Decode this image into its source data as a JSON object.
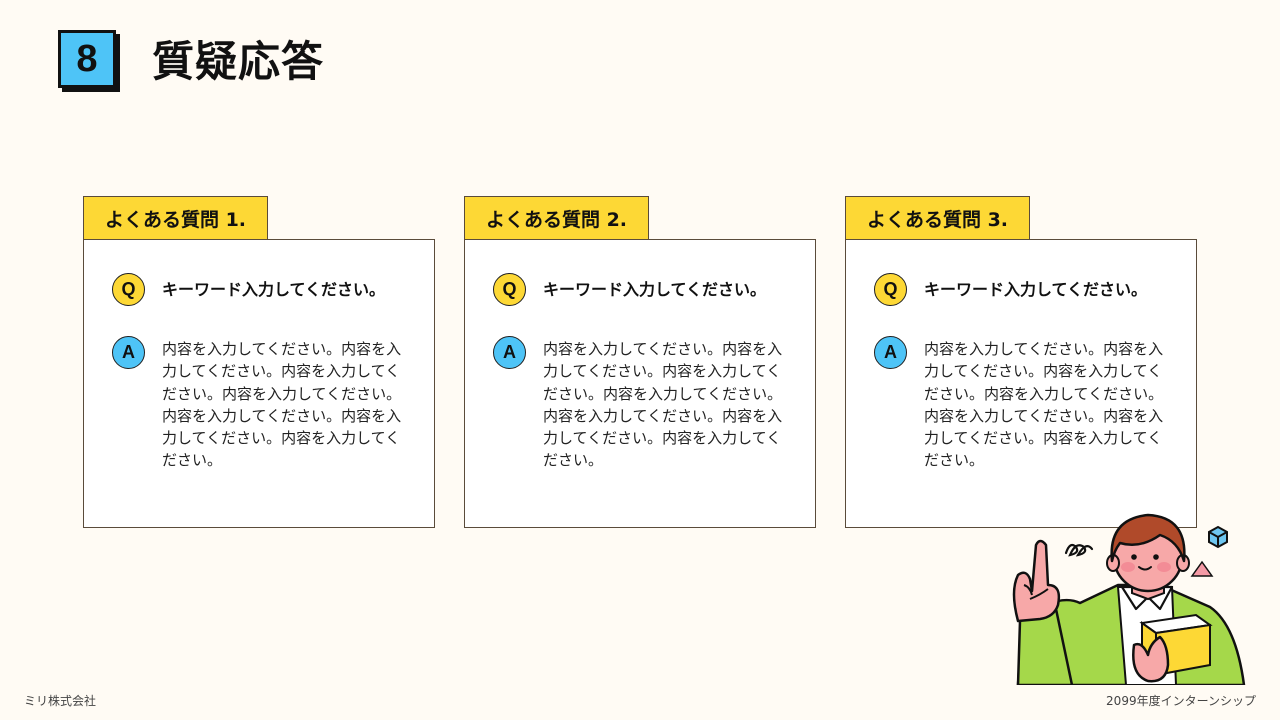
{
  "header": {
    "section_number": "8",
    "title": "質疑応答"
  },
  "faqs": [
    {
      "tab_label": "よくある質問 1.",
      "q_icon": "Q",
      "question": "キーワード入力してください。",
      "a_icon": "A",
      "answer": "内容を入力してください。内容を入力してください。内容を入力してください。内容を入力してください。内容を入力してください。内容を入力してください。内容を入力してください。"
    },
    {
      "tab_label": "よくある質問 2.",
      "q_icon": "Q",
      "question": "キーワード入力してください。",
      "a_icon": "A",
      "answer": "内容を入力してください。内容を入力してください。内容を入力してください。内容を入力してください。内容を入力してください。内容を入力してください。内容を入力してください。"
    },
    {
      "tab_label": "よくある質問 3.",
      "q_icon": "Q",
      "question": "キーワード入力してください。",
      "a_icon": "A",
      "answer": "内容を入力してください。内容を入力してください。内容を入力してください。内容を入力してください。内容を入力してください。内容を入力してください。内容を入力してください。"
    }
  ],
  "footer": {
    "company": "ミリ株式会社",
    "event": "2099年度インターンシップ"
  },
  "colors": {
    "background": "#fffbf4",
    "accent_yellow": "#fdd835",
    "accent_blue": "#4ec4f7",
    "jacket_green": "#a5d84a",
    "border": "#5a4b3a"
  },
  "illustration": {
    "subject": "person-pointing-up-holding-book"
  }
}
